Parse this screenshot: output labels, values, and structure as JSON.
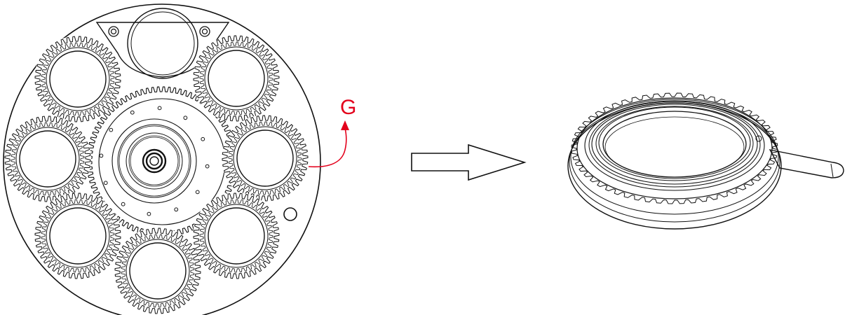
{
  "callout": {
    "label": "G",
    "color": "#e3001b"
  },
  "colors": {
    "line": "#111111",
    "background": "#ffffff"
  },
  "wheel": {
    "gobo_count": 7,
    "gobo_teeth": 44,
    "sun_gear_teeth": 84,
    "open_aperture_count": 1
  },
  "removed_gobo": {
    "ring_teeth": 56,
    "has_handle": true
  },
  "direction_arrow": {
    "icon": "right-arrow-icon"
  }
}
